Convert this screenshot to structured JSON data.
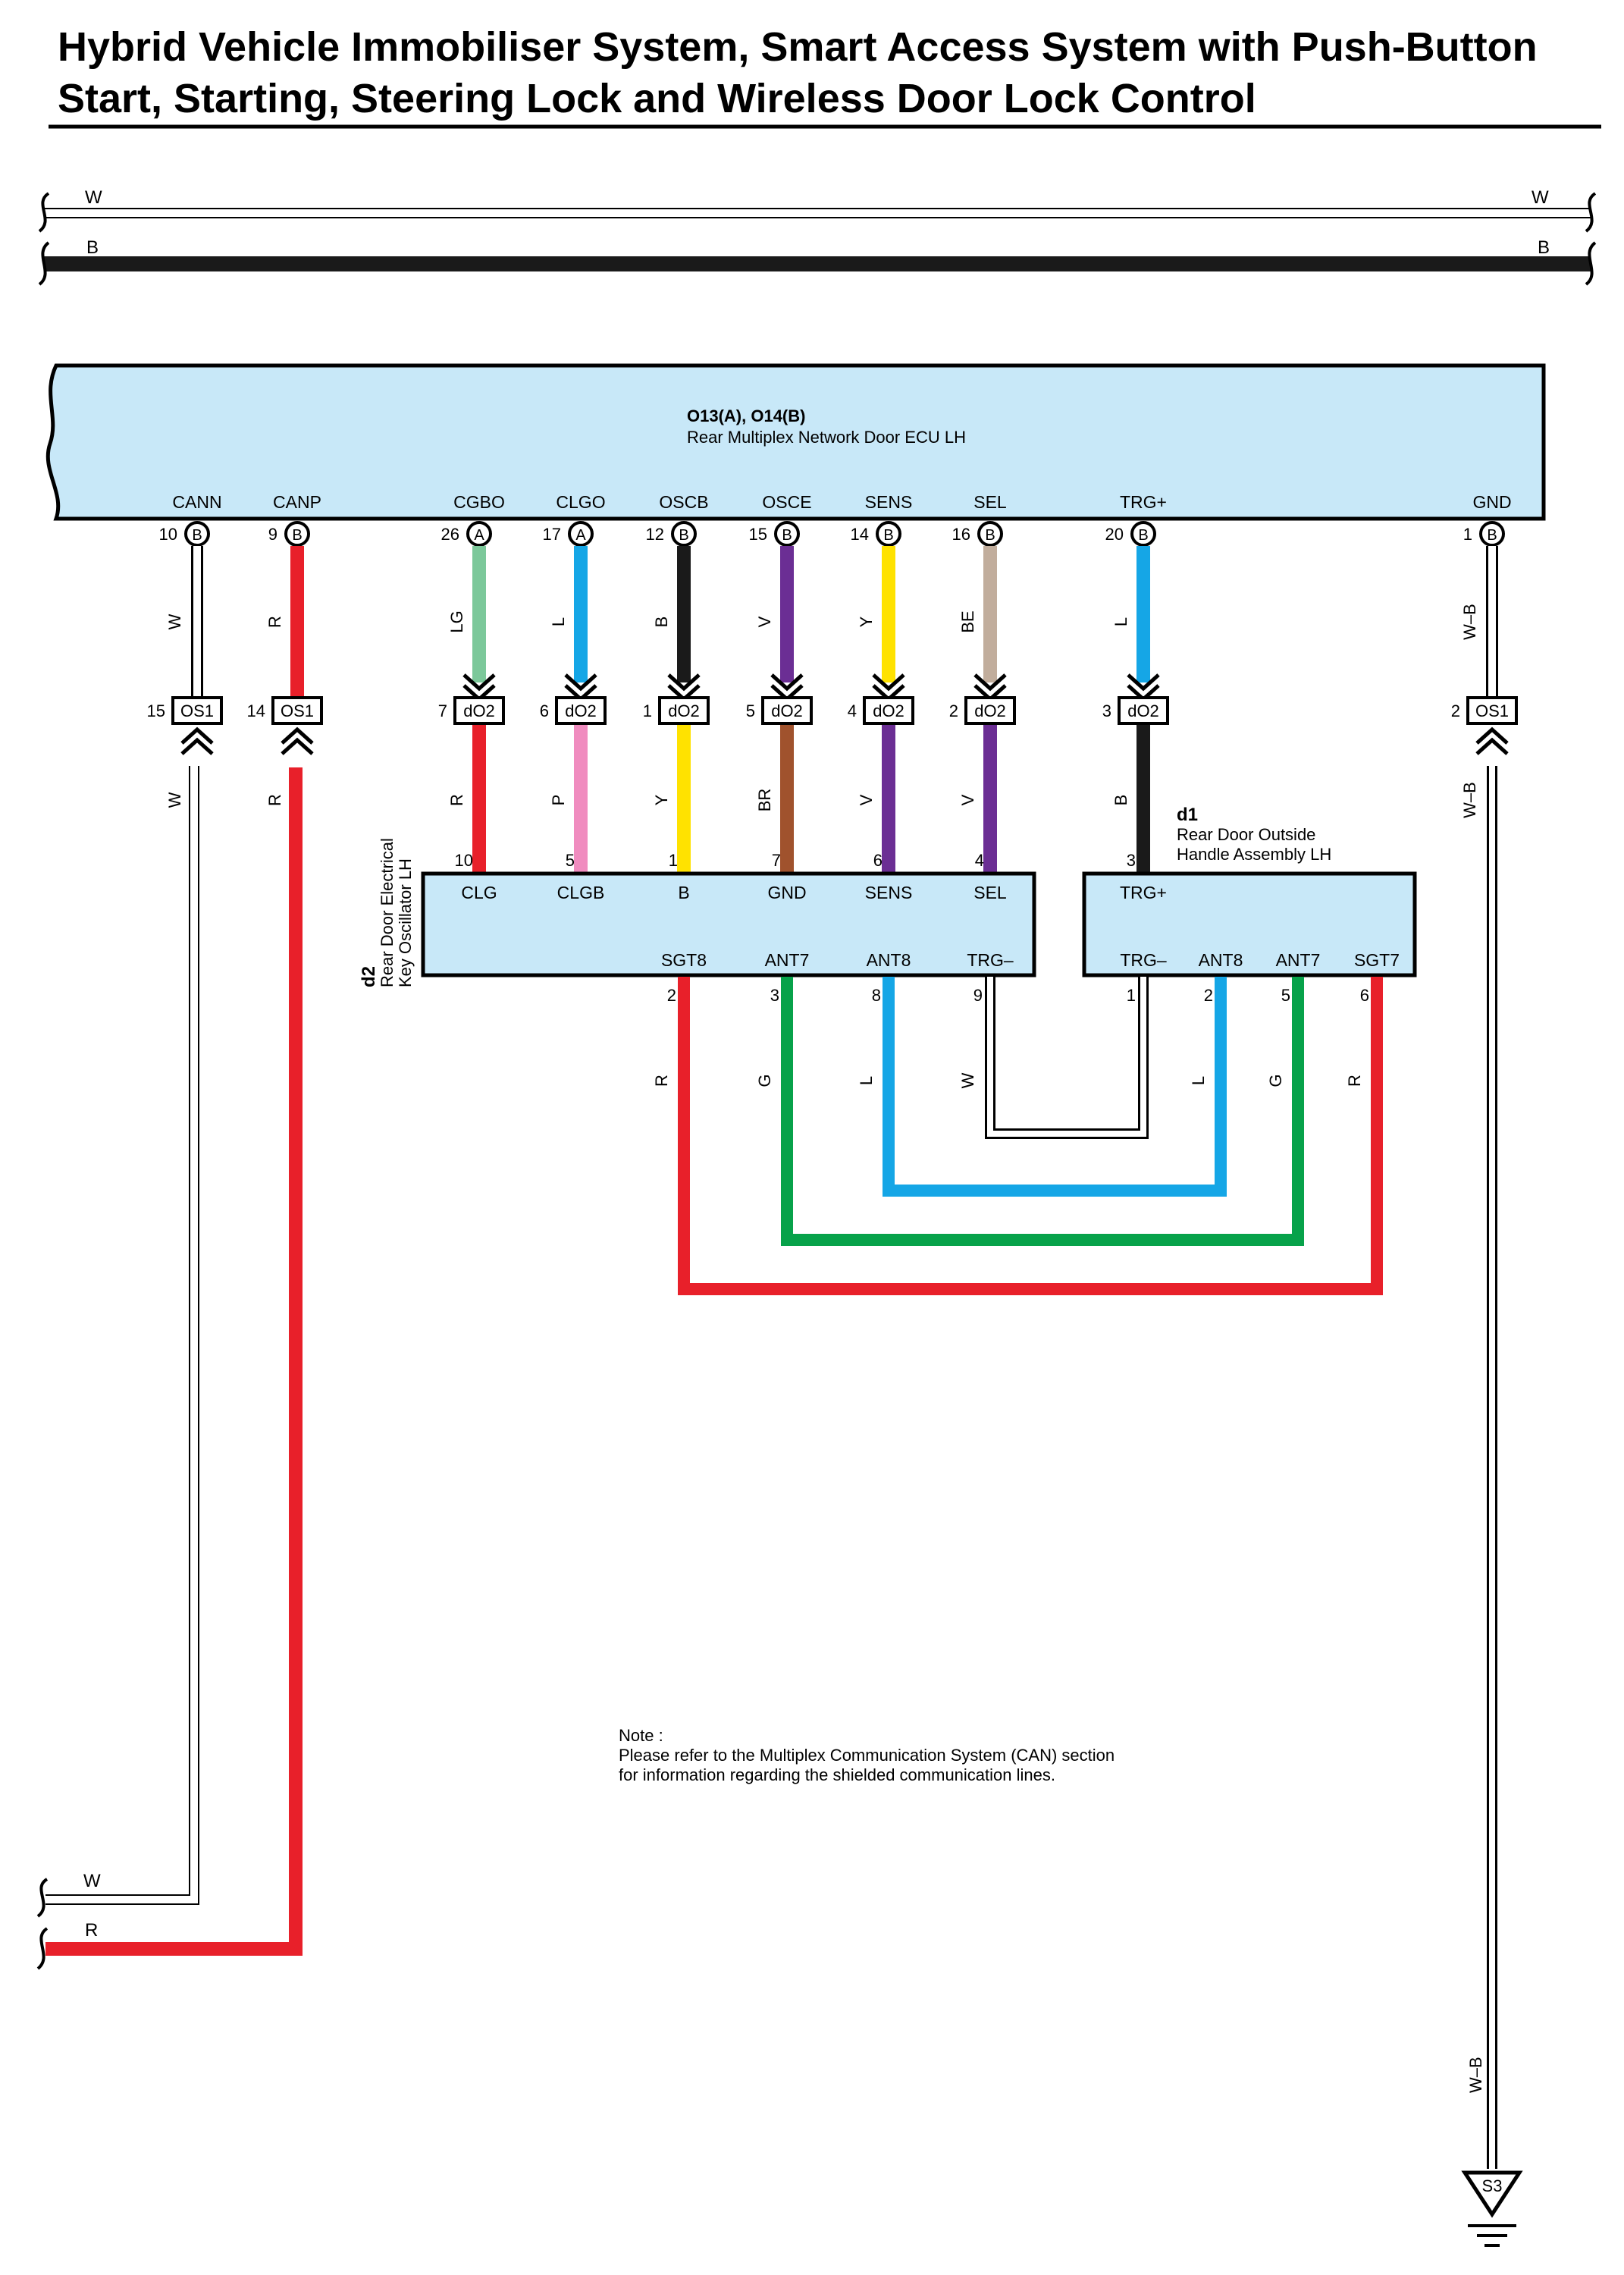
{
  "title": {
    "line1": "Hybrid Vehicle Immobiliser System, Smart Access System with Push-Button",
    "line2": "Start, Starting, Steering Lock and Wireless Door Lock Control"
  },
  "colors": {
    "W": "#ffffff",
    "B": "#1a1a1a",
    "R": "#e8202a",
    "LG": "#7cc89a",
    "L": "#15a6e6",
    "V": "#6b2e94",
    "Y": "#ffe200",
    "BE": "#c1ad9c",
    "P": "#f08cbf",
    "BR": "#a0522d",
    "G": "#07a24a",
    "box_fill": "#c8e8f8"
  },
  "top_bus": {
    "w_label_left": "W",
    "w_label_right": "W",
    "b_label_left": "B",
    "b_label_right": "B"
  },
  "ecu": {
    "code": "O13(A), O14(B)",
    "name": "Rear Multiplex Network Door ECU LH",
    "pins": [
      {
        "name": "CANN",
        "num": "10",
        "conn": "B"
      },
      {
        "name": "CANP",
        "num": "9",
        "conn": "B"
      },
      {
        "name": "CGBO",
        "num": "26",
        "conn": "A"
      },
      {
        "name": "CLGO",
        "num": "17",
        "conn": "A"
      },
      {
        "name": "OSCB",
        "num": "12",
        "conn": "B"
      },
      {
        "name": "OSCE",
        "num": "15",
        "conn": "B"
      },
      {
        "name": "SENS",
        "num": "14",
        "conn": "B"
      },
      {
        "name": "SEL",
        "num": "16",
        "conn": "B"
      },
      {
        "name": "TRG+",
        "num": "20",
        "conn": "B"
      },
      {
        "name": "GND",
        "num": "1",
        "conn": "B"
      }
    ]
  },
  "upper_wires": [
    "W",
    "R",
    "LG",
    "L",
    "B",
    "V",
    "Y",
    "BE",
    "L",
    "W–B"
  ],
  "junctions": [
    {
      "num": "15",
      "code": "OS1"
    },
    {
      "num": "14",
      "code": "OS1"
    },
    {
      "num": "7",
      "code": "dO2"
    },
    {
      "num": "6",
      "code": "dO2"
    },
    {
      "num": "1",
      "code": "dO2"
    },
    {
      "num": "5",
      "code": "dO2"
    },
    {
      "num": "4",
      "code": "dO2"
    },
    {
      "num": "2",
      "code": "dO2"
    },
    {
      "num": "3",
      "code": "dO2"
    },
    {
      "num": "2",
      "code": "OS1"
    }
  ],
  "lower_wires": [
    "W",
    "R",
    "R",
    "P",
    "Y",
    "BR",
    "V",
    "V",
    "B",
    "W–B"
  ],
  "d2": {
    "code": "d2",
    "name_line1": "Rear Door Electrical",
    "name_line2": "Key Oscillator LH",
    "top_pins": [
      {
        "name": "CLG",
        "num": "10"
      },
      {
        "name": "CLGB",
        "num": "5"
      },
      {
        "name": "B",
        "num": "1"
      },
      {
        "name": "GND",
        "num": "7"
      },
      {
        "name": "SENS",
        "num": "6"
      },
      {
        "name": "SEL",
        "num": "4"
      }
    ],
    "bottom_pins": [
      {
        "name": "SGT8",
        "num": "2"
      },
      {
        "name": "ANT7",
        "num": "3"
      },
      {
        "name": "ANT8",
        "num": "8"
      },
      {
        "name": "TRG–",
        "num": "9"
      }
    ]
  },
  "d1": {
    "code": "d1",
    "name_line1": "Rear Door Outside",
    "name_line2": "Handle Assembly LH",
    "top_pins": [
      {
        "name": "TRG+",
        "num": "3"
      }
    ],
    "bottom_pins": [
      {
        "name": "TRG–",
        "num": "1"
      },
      {
        "name": "ANT8",
        "num": "2"
      },
      {
        "name": "ANT7",
        "num": "5"
      },
      {
        "name": "SGT7",
        "num": "6"
      }
    ]
  },
  "link_wires": [
    "R",
    "G",
    "L",
    "W",
    "L",
    "G",
    "R"
  ],
  "note": {
    "line1": "Note :",
    "line2": "Please refer to the Multiplex Communication System (CAN) section",
    "line3": "for information regarding the shielded communication lines."
  },
  "bottom_bus": {
    "w_label": "W",
    "r_label": "R"
  },
  "ground": {
    "wire": "W–B",
    "code": "S3"
  }
}
